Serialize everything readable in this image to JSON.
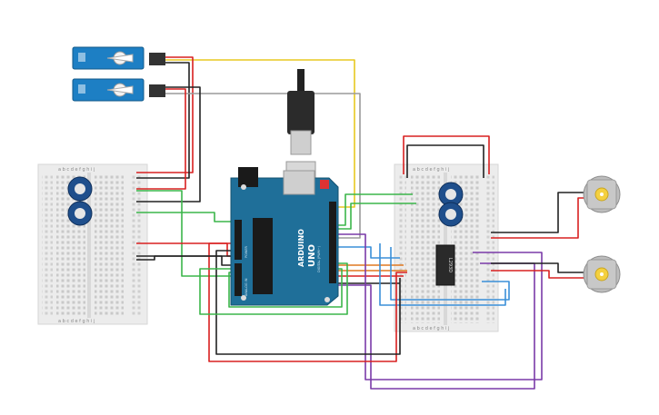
{
  "board": {
    "brand": "ARDUINO",
    "model": "UNO",
    "header_digital": "DIGITAL (PWM~)",
    "header_power": "POWER",
    "header_analog": "ANALOG IN"
  },
  "breadboard_left": {
    "columns_top": "a b c d e   f g h i j",
    "columns_bottom": "a b c d e   f g h i j"
  },
  "breadboard_right": {
    "columns_top": "a b c d e   f g h i j",
    "columns_bottom": "a b c d e   f g h i j"
  },
  "chip": {
    "label": "L293D"
  },
  "colors": {
    "red": "#d92020",
    "black": "#222222",
    "green": "#3bb54a",
    "yellow": "#e8c820",
    "gray": "#9a9a9a",
    "blue": "#3a8fd8",
    "purple": "#7a3aa8",
    "orange": "#e07820",
    "board": "#1f6f99"
  },
  "components": {
    "servo_icon": "servo-motor",
    "potentiometer_icon": "potentiometer",
    "dc_motor_icon": "dc-motor",
    "usb_icon": "usb-cable"
  }
}
